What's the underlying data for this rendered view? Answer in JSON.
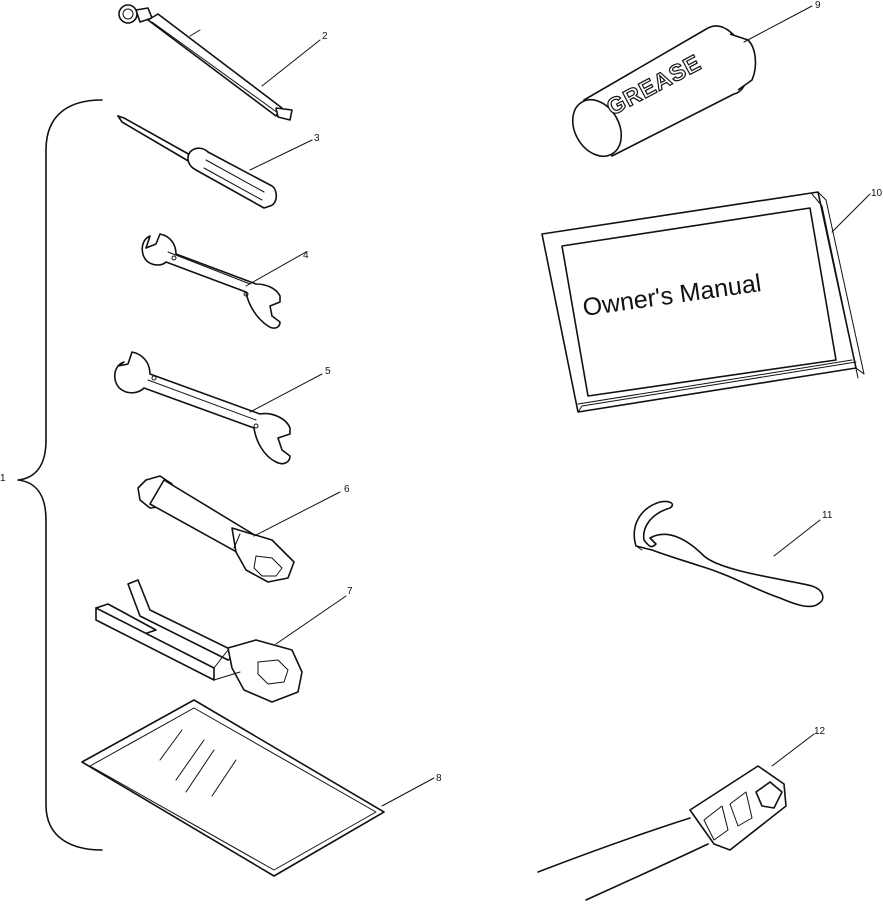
{
  "callouts": {
    "c1": "1",
    "c2": "2",
    "c3": "3",
    "c4": "4",
    "c5": "5",
    "c6": "6",
    "c7": "7",
    "c8": "8",
    "c9": "9",
    "c10": "10",
    "c11": "11",
    "c12": "12"
  },
  "labels": {
    "grease": "GREASE",
    "owners_manual": "Owner's Manual"
  }
}
